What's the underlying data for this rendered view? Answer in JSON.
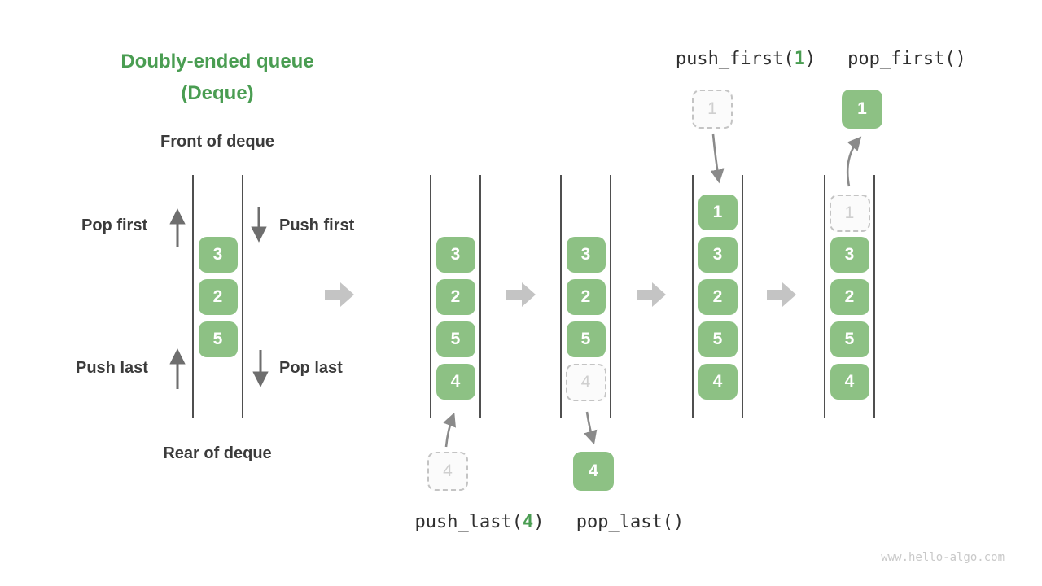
{
  "title": {
    "line1": "Doubly-ended queue",
    "line2": "(Deque)"
  },
  "intro": {
    "front_label": "Front of deque",
    "rear_label": "Rear of deque",
    "pop_first_label": "Pop first",
    "push_first_label": "Push first",
    "push_last_label": "Push last",
    "pop_last_label": "Pop last"
  },
  "colors": {
    "cell_green": "#8dc184",
    "accent_green": "#4a9d52",
    "code_text": "#2f2f2f",
    "label_text": "#3b3b3b",
    "line_gray": "#4f4f4f",
    "arrow_gray": "#6e6e6e",
    "connector_gray": "#8a8a8a",
    "big_arrow_gray": "#c4c4c4",
    "ghost_border": "#c4c4c4",
    "ghost_text": "#cfcfcf",
    "ghost_bg": "#fbfbfb",
    "watermark": "#c9c9c9"
  },
  "queues": [
    {
      "name": "intro-deque",
      "cells": [
        {
          "row": 1,
          "value": "3"
        },
        {
          "row": 2,
          "value": "2"
        },
        {
          "row": 3,
          "value": "5"
        }
      ]
    },
    {
      "name": "state-push-last",
      "cells": [
        {
          "row": 1,
          "value": "3"
        },
        {
          "row": 2,
          "value": "2"
        },
        {
          "row": 3,
          "value": "5"
        },
        {
          "row": 4,
          "value": "4"
        }
      ]
    },
    {
      "name": "state-pop-last",
      "cells": [
        {
          "row": 1,
          "value": "3"
        },
        {
          "row": 2,
          "value": "2"
        },
        {
          "row": 3,
          "value": "5"
        },
        {
          "row": 4,
          "value": "4",
          "ghost": true
        }
      ]
    },
    {
      "name": "state-push-first",
      "cells": [
        {
          "row": 0,
          "value": "1"
        },
        {
          "row": 1,
          "value": "3"
        },
        {
          "row": 2,
          "value": "2"
        },
        {
          "row": 3,
          "value": "5"
        },
        {
          "row": 4,
          "value": "4"
        }
      ]
    },
    {
      "name": "state-pop-first",
      "cells": [
        {
          "row": 0,
          "value": "1",
          "ghost": true
        },
        {
          "row": 1,
          "value": "3"
        },
        {
          "row": 2,
          "value": "2"
        },
        {
          "row": 3,
          "value": "5"
        },
        {
          "row": 4,
          "value": "4"
        }
      ]
    }
  ],
  "float_boxes": [
    {
      "name": "push-last-operand",
      "value": "4",
      "ghost": true
    },
    {
      "name": "pop-last-result",
      "value": "4",
      "ghost": false
    },
    {
      "name": "push-first-operand",
      "value": "1",
      "ghost": true
    },
    {
      "name": "pop-first-result",
      "value": "1",
      "ghost": false
    }
  ],
  "op_labels": [
    {
      "name": "push-last-label",
      "parts": [
        {
          "t": "push_last("
        },
        {
          "t": "4",
          "accent": true
        },
        {
          "t": ")"
        }
      ]
    },
    {
      "name": "pop-last-label",
      "parts": [
        {
          "t": "pop_last()"
        }
      ]
    },
    {
      "name": "push-first-label",
      "parts": [
        {
          "t": "push_first("
        },
        {
          "t": "1",
          "accent": true
        },
        {
          "t": ")"
        }
      ]
    },
    {
      "name": "pop-first-label",
      "parts": [
        {
          "t": "pop_first()"
        }
      ]
    }
  ],
  "watermark": "www.hello-algo.com"
}
